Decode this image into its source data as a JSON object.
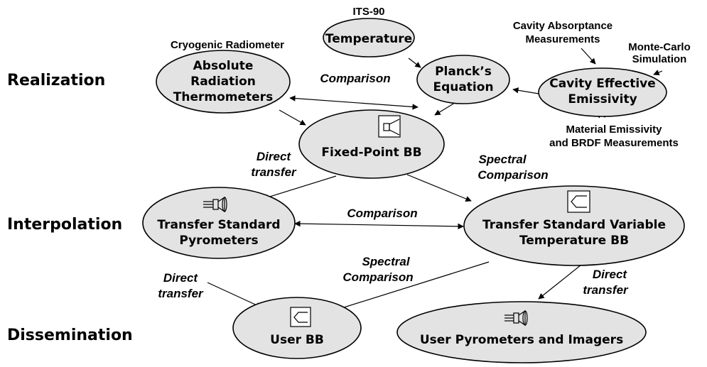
{
  "levels": {
    "realization": "Realization",
    "interpolation": "Interpolation",
    "dissemination": "Dissemination"
  },
  "nodes": {
    "temperature": [
      "Temperature"
    ],
    "absolute_radiation_thermometers": [
      "Absolute",
      "Radiation",
      "Thermometers"
    ],
    "plancks_equation": [
      "Planck’s",
      "Equation"
    ],
    "cavity_effective_emissivity": [
      "Cavity Effective",
      "Emissivity"
    ],
    "fixed_point_bb": [
      "Fixed-Point BB"
    ],
    "transfer_standard_pyrometers": [
      "Transfer Standard",
      "Pyrometers"
    ],
    "transfer_standard_variable_temperature_bb": [
      "Transfer Standard Variable",
      "Temperature BB"
    ],
    "user_bb": [
      "User BB"
    ],
    "user_pyrometers_and_imagers": [
      "User Pyrometers and Imagers"
    ]
  },
  "notes": {
    "its90": "ITS-90",
    "cryogenic_radiometer": "Cryogenic Radiometer",
    "cavity_absorptance": [
      "Cavity Absorptance",
      "Measurements"
    ],
    "monte_carlo": [
      "Monte-Carlo",
      "Simulation"
    ],
    "material_emissivity": [
      "Material Emissivity",
      "and BRDF Measurements"
    ]
  },
  "edge_labels": {
    "comparison_top": "Comparison",
    "direct_transfer_left": [
      "Direct",
      "transfer"
    ],
    "spectral_comparison_right": [
      "Spectral",
      "Comparison"
    ],
    "comparison_middle": "Comparison",
    "spectral_comparison_bottom": [
      "Spectral",
      "Comparison"
    ],
    "direct_transfer_bottom_left": [
      "Direct",
      "transfer"
    ],
    "direct_transfer_bottom_right": [
      "Direct",
      "transfer"
    ]
  },
  "icons": [
    "blackbody-cavity-icon",
    "pyrometer-icon"
  ],
  "colors": {
    "node_fill": "#e3e3e3",
    "stroke": "#000000",
    "background": "#ffffff"
  }
}
